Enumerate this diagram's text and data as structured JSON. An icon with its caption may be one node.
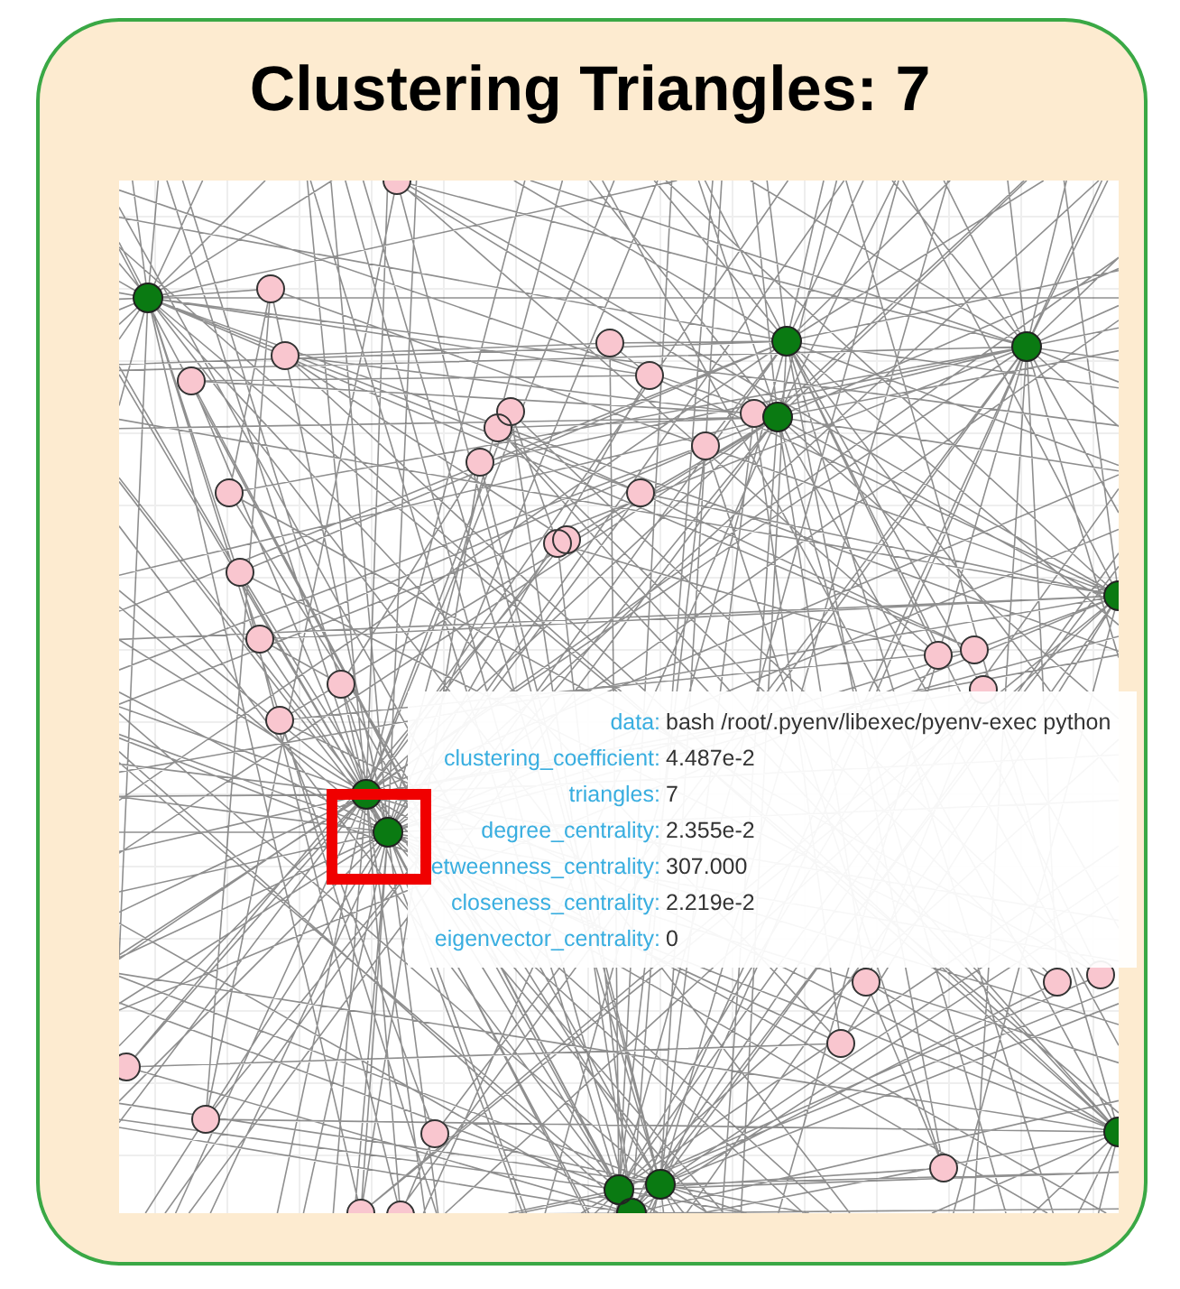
{
  "diagram": {
    "title": "Clustering Triangles: 7",
    "labels": [
      "data:",
      "bash /root/.pyenv/libexec/pyenv-exec python",
      "clustering_coefficient:",
      "4.487e-2",
      "triangles:",
      "7",
      "degree_centrality:",
      "2.355e-2",
      "etweenness_centrality:",
      "307.000",
      "closeness_centrality:",
      "2.219e-2",
      "eigenvector_centrality:",
      "0"
    ]
  }
}
